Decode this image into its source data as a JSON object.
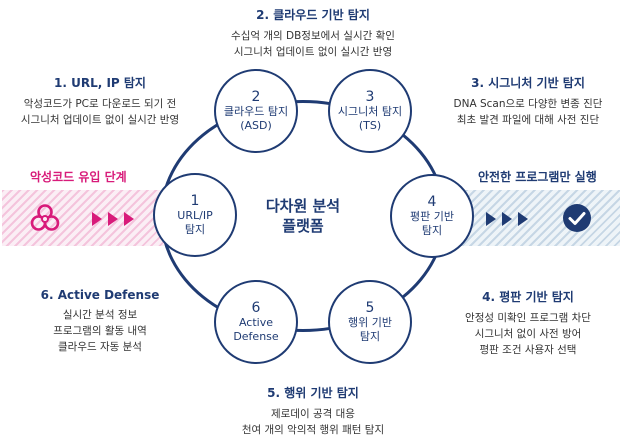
{
  "center": {
    "label": "다차원 분석\n플랫폼"
  },
  "stage_labels": {
    "left": "악성코드 유입 단계",
    "right": "안전한 프로그램만 실행"
  },
  "nodes": [
    {
      "num": "1",
      "label": "URL/IP\n탐지"
    },
    {
      "num": "2",
      "label": "클라우드 탐지\n(ASD)"
    },
    {
      "num": "3",
      "label": "시그니처 탐지\n(TS)"
    },
    {
      "num": "4",
      "label": "평판 기반\n탐지"
    },
    {
      "num": "5",
      "label": "행위 기반\n탐지"
    },
    {
      "num": "6",
      "label": "Active\nDefense"
    }
  ],
  "descriptions": [
    {
      "title": "1. URL, IP 탐지",
      "lines": [
        "악성코드가 PC로 다운로드 되기 전",
        "시그니처 업데이트 없이 실시간 반영"
      ]
    },
    {
      "title": "2. 클라우드 기반 탐지",
      "lines": [
        "수십억 개의 DB정보에서 실시간 확인",
        "시그니처 업데이트 없이 실시간 반영"
      ]
    },
    {
      "title": "3. 시그니처 기반 탐지",
      "lines": [
        "DNA Scan으로 다양한 변종 진단",
        "최초 발견 파일에 대해 사전 진단"
      ]
    },
    {
      "title": "4. 평판 기반 탐지",
      "lines": [
        "안정성 미확인 프로그램 차단",
        "시그니처 없이 사전 방어",
        "평판 조건 사용자 선택"
      ]
    },
    {
      "title": "5. 행위 기반 탐지",
      "lines": [
        "제로데이 공격 대응",
        "천여 개의 악의적 행위 패턴 탐지"
      ]
    },
    {
      "title": "6. Active Defense",
      "lines": [
        "실시간 분석 정보",
        "프로그램의 활동 내역",
        "클라우드 자동 분석"
      ]
    }
  ],
  "colors": {
    "navy": "#1f3b73",
    "magenta": "#d81b7a",
    "text": "#333333"
  },
  "icons": {
    "left_hazard": "biohazard-icon",
    "left_arrows": "triple-arrow-icon",
    "right_arrows": "triple-arrow-icon",
    "right_check": "check-circle-icon"
  }
}
